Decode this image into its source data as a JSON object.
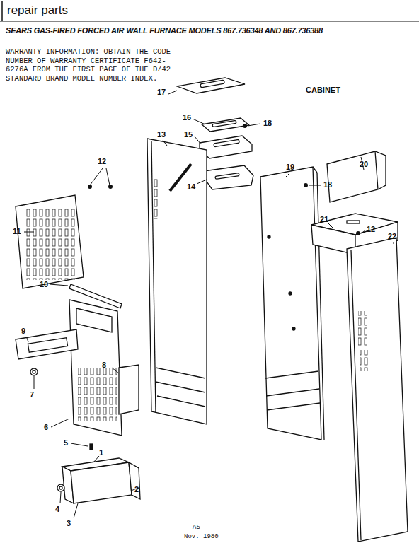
{
  "diagram": {
    "title": "SEARS GAS-FIRED FORCED AIR WALL FURNACE MODELS 867.736348 AND 867.736388",
    "labels": [
      "repair parts",
      "WARRANTY INFORMATION: OBTAIN THE CODE NUMBER OF WARRANTY CERTIFICATE F642-6276A FROM THE FIRST PAGE OF THE D/42 STANDARD BRAND MODEL NUMBER INDEX.",
      "CABINET",
      "12",
      "11",
      "10",
      "9",
      "8",
      "7",
      "6",
      "5",
      "1",
      "2",
      "4",
      "3",
      "13",
      "17",
      "16",
      "18",
      "15",
      "14",
      "19",
      "18",
      "20",
      "21",
      "12",
      "22",
      "A5",
      "Nov. 1980"
    ]
  }
}
